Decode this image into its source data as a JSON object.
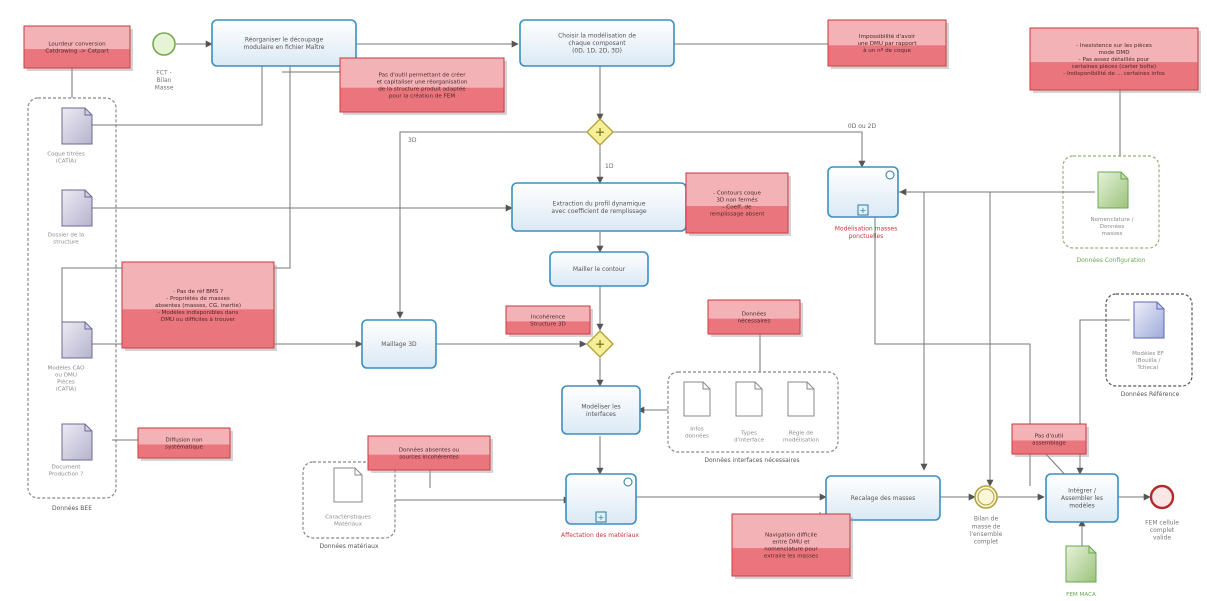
{
  "note_red_fill": "#f2b2b6",
  "note_red_stroke": "#c8373f",
  "task_stroke": "#3a8fc0",
  "data_green": "#6aa84f",
  "tasks": {
    "t_reorg": [
      "Réorganiser le découpage",
      "modulaire en fichier Maître"
    ],
    "t_choix": [
      "Choisir la modélisation de",
      "chaque composant",
      "(0D, 1D, 2D, 3D)"
    ],
    "t_extract": [
      "Extraction du profil dynamique",
      "avec coefficient de remplissage"
    ],
    "t_mailler": [
      "Mailler le contour"
    ],
    "t_maillage": [
      "Maillage 3D"
    ],
    "t_modeliser": [
      "Modéliser les",
      "interfaces"
    ],
    "t_recalage": [
      "Recalage des masses"
    ],
    "t_integrer": [
      "Intégrer /",
      "Assembler les",
      "modèles"
    ]
  },
  "subprocesses": {
    "sp_poutres": [
      "Modélisation masses",
      "ponctuelles"
    ],
    "sp_materiaux": [
      "Affectation des matériaux"
    ]
  },
  "notes": {
    "n_lourdeur": [
      "Lourdeur conversion",
      "Catdrawing -> Catpart"
    ],
    "n_pasdoutil": [
      "Pas d'outil permettant de créer",
      "et capitaliser une réorganisation",
      "de la structure produit adaptée",
      "pour la création de FEM"
    ],
    "n_impossible": [
      "Impossibilité d'avoir",
      "une DMU par rapport",
      "à un nº de coque"
    ],
    "n_inexistence": [
      "- Inexistence sur les pièces",
      "mode DMD",
      "- Pas assez détaillés pour",
      "certaines pièces (carter boîte)",
      "- Indisponibilité de ... certaines infos"
    ],
    "n_contours": [
      "- Contours coque",
      "3D non fermés",
      "- Coeff. de",
      "remplissage absent"
    ],
    "n_pasderef": [
      "- Pas de réf BMS ?",
      "- Propriétés de masses",
      "absentes (masses, CG, inertie)",
      "- Modèles indisponibles dans",
      "DMU ou difficiles à trouver"
    ],
    "n_incoherence": [
      "Incohérence",
      "Structure 3D"
    ],
    "n_donnees_nec": [
      "Données",
      "nécessaires"
    ],
    "n_diffusion": [
      "Diffusion non",
      "systématique"
    ],
    "n_donnees_abs": [
      "Données absentes ou",
      "sources incohérentes"
    ],
    "n_navigation": [
      "Navigation difficile",
      "entre DMU et",
      "nomenclature pour",
      "extraire les masses"
    ],
    "n_pasdoutil2": [
      "Pas d'outil",
      "assemblage"
    ]
  },
  "documents": {
    "d_coque": [
      "Coque titrées",
      "(CATIA)"
    ],
    "d_dossier": [
      "Dossier de la",
      "structure"
    ],
    "d_modeles_cao": [
      "Modèles CAO",
      "ou DMU",
      "Pièces",
      "(CATIA)"
    ],
    "d_document": [
      "Document",
      "Production ?"
    ],
    "d_nomenclature": [
      "Nomenclature /",
      "Données",
      "masses"
    ],
    "d_infos": [
      "Infos",
      "données"
    ],
    "d_types": [
      "Types",
      "d'interface"
    ],
    "d_regle": [
      "Règle de",
      "modélisation"
    ],
    "d_caracteristiques": [
      "Caractéristiques",
      "Matériaux"
    ],
    "d_modeles_ef": [
      "Modèles EF",
      "(Bouilla /",
      "Tcheca)"
    ],
    "d_fem": [
      "FEM MACA"
    ]
  },
  "groups": {
    "g_bee": "Données BEE",
    "g_config": "Données Configuration",
    "g_interfaces": "Données interfaces nécessaires",
    "g_materiaux": "Données matériaux",
    "g_reference": "Données Référence"
  },
  "events": {
    "start": [
      "FCT -",
      "Bilan",
      "Masse"
    ],
    "end": [
      "FEM cellule",
      "complet",
      "valide"
    ],
    "intermediate": [
      "Bilan de",
      "masse de",
      "l'ensemble",
      "complet"
    ]
  },
  "flow_labels": {
    "g1_left": "3D",
    "g1_mid": "1D",
    "g1_right": "0D ou 2D"
  }
}
